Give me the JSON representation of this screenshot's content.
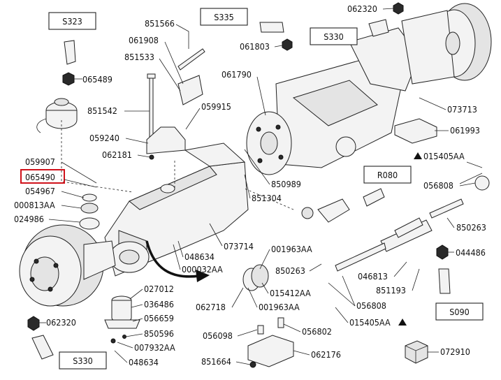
{
  "sections": {
    "s323": "S323",
    "s335": "S335",
    "s330_top": "S330",
    "r080": "R080",
    "s090": "S090",
    "s330_bottom": "S330"
  },
  "parts": {
    "p851566": "851566",
    "p061908": "061908",
    "p851533": "851533",
    "p065489": "065489",
    "p851542": "851542",
    "p059915": "059915",
    "p059240": "059240",
    "p062181": "062181",
    "p061803": "061803",
    "p061790": "061790",
    "p062320_top": "062320",
    "p073713": "073713",
    "p061993": "061993",
    "p015405aa_right": "015405AA",
    "p056808_right": "056808",
    "p059907": "059907",
    "p065490": "065490",
    "p054967": "054967",
    "p000813aa": "000813AA",
    "p024986": "024986",
    "p850989": "850989",
    "p851304": "851304",
    "p850263_right": "850263",
    "p044486": "044486",
    "p073714": "073714",
    "p048634_mid": "048634",
    "p000032aa": "000032AA",
    "p001963aa_top": "001963AA",
    "p850263_mid": "850263",
    "p015412aa": "015412AA",
    "p001963aa_bottom": "001963AA",
    "p062718": "062718",
    "p046813": "046813",
    "p851193": "851193",
    "p056808_bottom": "056808",
    "p015405aa_bottom": "015405AA",
    "p027012": "027012",
    "p036486": "036486",
    "p056659": "056659",
    "p850596": "850596",
    "p007932aa": "007932AA",
    "p048634_bottom": "048634",
    "p062320_bottom": "062320",
    "p056098": "056098",
    "p056802": "056802",
    "p851664": "851664",
    "p062176": "062176",
    "p072910": "072910"
  },
  "highlighted_part": "065490",
  "highlight_color": "#d0121b"
}
